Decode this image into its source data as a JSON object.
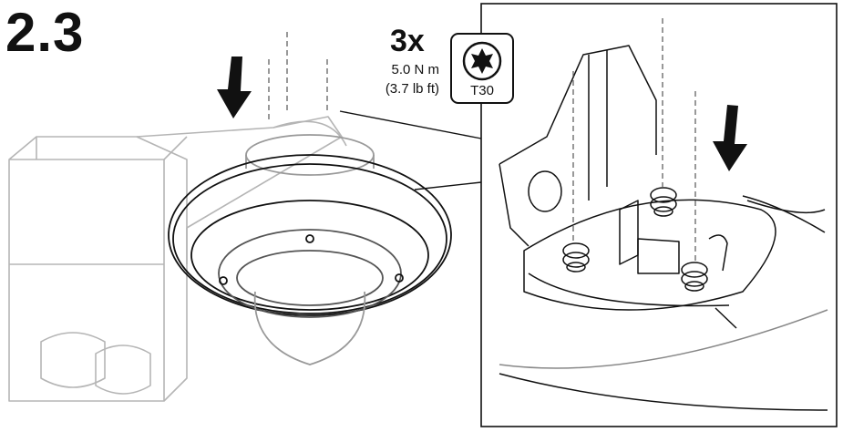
{
  "step": {
    "number": "2.3"
  },
  "instruction": {
    "quantity": "3x",
    "torque_metric": "5.0 N m",
    "torque_imperial": "(3.7 lb ft)",
    "tool_label": "T30",
    "tool_icon": "torx-bit-icon"
  },
  "colors": {
    "line": "#111111",
    "grey": "#b0b0b0",
    "light": "#cfcfcf"
  }
}
